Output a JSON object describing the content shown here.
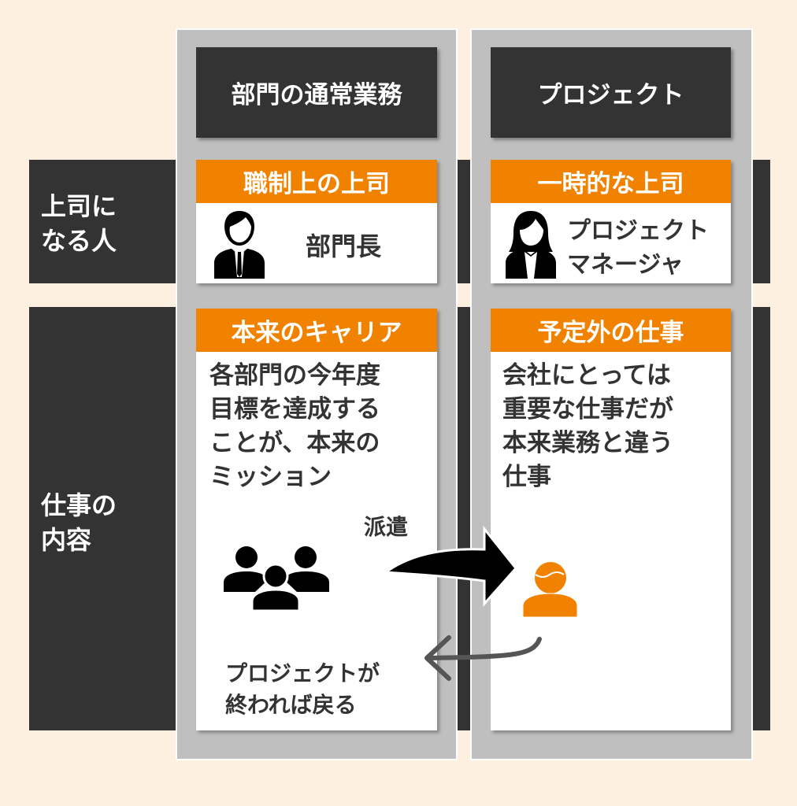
{
  "row_labels": {
    "boss": "上司に\nなる人",
    "work": "仕事の\n内容"
  },
  "columns": [
    {
      "header": "部門の通常業務",
      "boss_title": "職制上の上司",
      "boss_name": "部門長",
      "work_title": "本来のキャリア",
      "work_text": "各部門の今年度\n目標を達成する\nことが、本来の\nミッション"
    },
    {
      "header": "プロジェクト",
      "boss_title": "一時的な上司",
      "boss_name": "プロジェクト\nマネージャ",
      "work_title": "予定外の仕事",
      "work_text": "会社にとっては\n重要な仕事だが\n本来業務と違う\n仕事"
    }
  ],
  "arrows": {
    "dispatch_label": "派遣",
    "return_label": "プロジェクトが\n終われば戻る"
  },
  "colors": {
    "orange": "#f08200",
    "dark": "#333333",
    "bg": "#fdf0e0",
    "panel": "#bfbfbf"
  }
}
